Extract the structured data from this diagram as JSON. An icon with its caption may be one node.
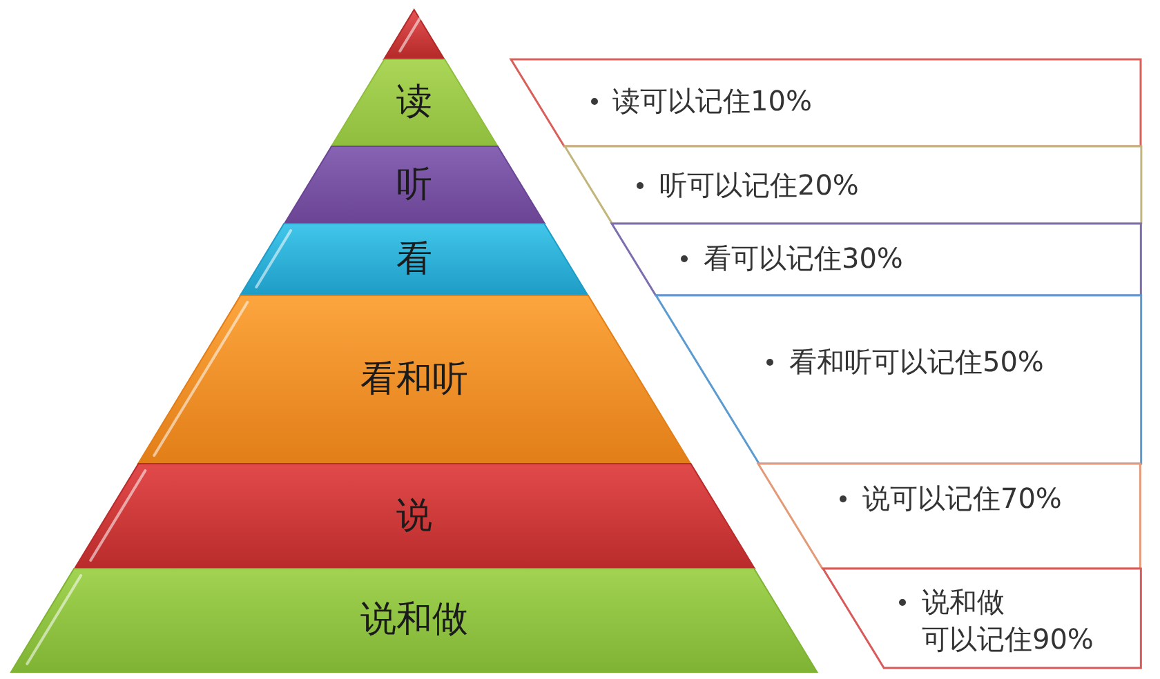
{
  "diagram": {
    "nodes": [
      {
        "text": [],
        "shape": "triangle"
      },
      {
        "text": [
          "读"
        ]
      },
      {
        "text": [
          "听"
        ]
      },
      {
        "text": [
          "看"
        ]
      },
      {
        "text": [
          "看和听"
        ]
      },
      {
        "text": [
          "说"
        ]
      },
      {
        "text": [
          "说和做"
        ]
      },
      {
        "text": [
          "读可以记住10%"
        ]
      },
      {
        "text": [
          "听可以记住20%"
        ]
      },
      {
        "text": [
          "看可以记住30%"
        ]
      },
      {
        "text": [
          "看和听可以记住50%"
        ]
      },
      {
        "text": [
          "说可以记住70%"
        ]
      },
      {
        "text": [
          "说和做可以记住90%"
        ]
      }
    ]
  }
}
